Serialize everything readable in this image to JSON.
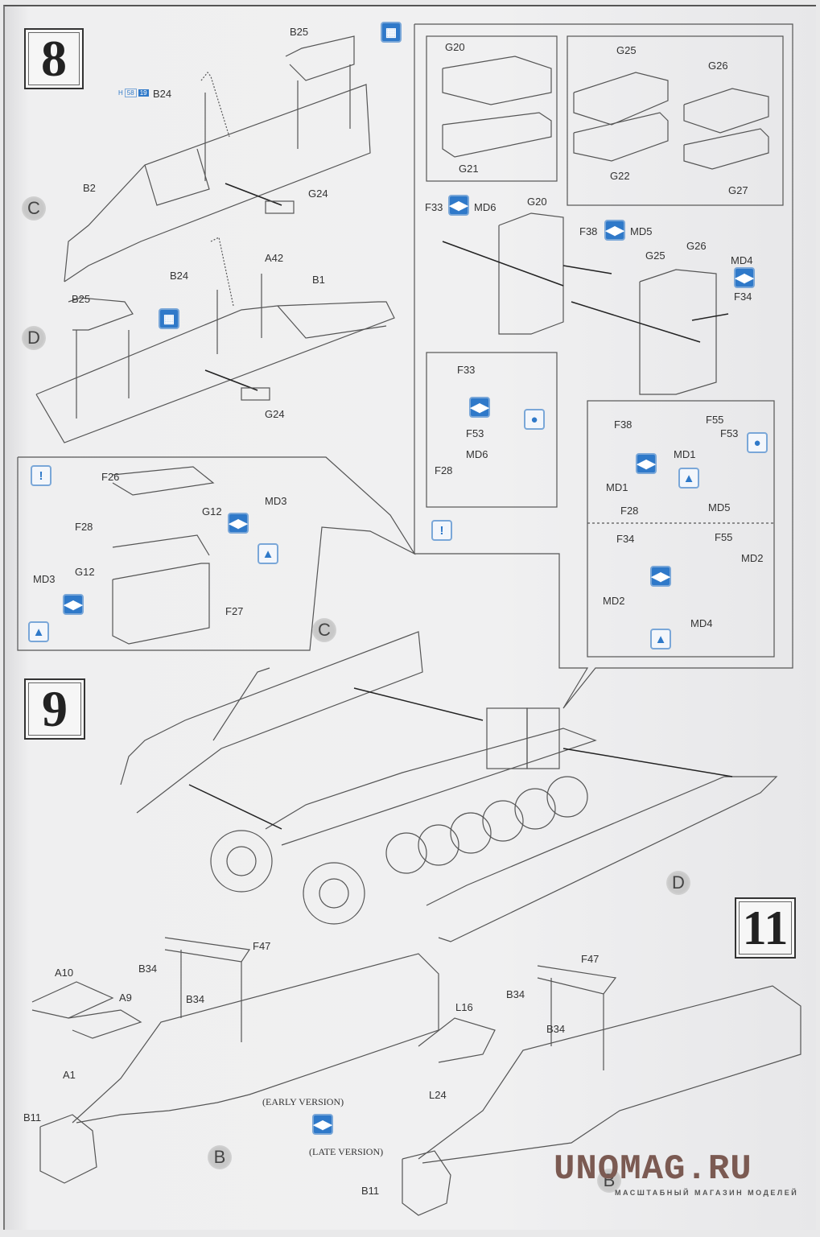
{
  "steps": [
    {
      "number": "8"
    },
    {
      "number": "9"
    },
    {
      "number": "11"
    }
  ],
  "subassembly_tags": {
    "c_top": "C",
    "d_top": "D",
    "c_step9": "C",
    "d_step9": "D",
    "b_step11a": "B",
    "b_step11b": "B"
  },
  "step8": {
    "part_labels": {
      "b25_top": "B25",
      "b24_top": "B24",
      "b2": "B2",
      "g24_top": "G24",
      "b24_mid": "B24",
      "a42": "A42",
      "b1": "B1",
      "b25_mid": "B25",
      "g24_mid": "G24"
    },
    "pe_ref": {
      "prefix": "H",
      "sheet": "58",
      "num": "19"
    }
  },
  "ammo_panel": {
    "labels": {
      "g20_a": "G20",
      "g21": "G21",
      "g25_a": "G25",
      "g22": "G22",
      "g26_a": "G26",
      "g27": "G27",
      "f33_a": "F33",
      "md6_a": "MD6",
      "g20_b": "G20",
      "f38_a": "F38",
      "md5_a": "MD5",
      "g25_b": "G25",
      "g26_b": "G26",
      "md4_a": "MD4",
      "f34_a": "F34"
    }
  },
  "detail_left": {
    "labels": {
      "f33": "F33",
      "f53": "F53",
      "md6": "MD6",
      "f28": "F28"
    }
  },
  "detail_right": {
    "labels": {
      "f38": "F38",
      "f55_a": "F55",
      "f53": "F53",
      "md1_a": "MD1",
      "md1_b": "MD1",
      "f28": "F28",
      "md5": "MD5",
      "f34": "F34",
      "f55_b": "F55",
      "md2_a": "MD2",
      "md2_b": "MD2",
      "md4": "MD4"
    }
  },
  "box_panel": {
    "labels": {
      "f26": "F26",
      "f28": "F28",
      "g12_a": "G12",
      "md3_a": "MD3",
      "md3_b": "MD3",
      "g12_b": "G12",
      "f27": "F27"
    }
  },
  "step11": {
    "labels_left": {
      "f47": "F47",
      "b34_a": "B34",
      "b34_b": "B34",
      "a10": "A10",
      "a9": "A9",
      "a1": "A1",
      "b11": "B11"
    },
    "labels_right": {
      "f47": "F47",
      "b34_a": "B34",
      "b34_b": "B34",
      "l16": "L16",
      "l24": "L24",
      "b11": "B11"
    },
    "early_version": "(EARLY VERSION)",
    "late_version": "(LATE VERSION)"
  },
  "icons": {
    "choose": "◀▶",
    "glue": "●",
    "careful": "!",
    "paint": "▦",
    "repeat": "▲"
  },
  "watermark": {
    "title": "UNOMAG.RU",
    "subtitle": "МАСШТАБНЫЙ МАГАЗИН МОДЕЛЕЙ"
  },
  "colors": {
    "icon_blue": "#2f79c9",
    "watermark": "#7b5a52"
  }
}
